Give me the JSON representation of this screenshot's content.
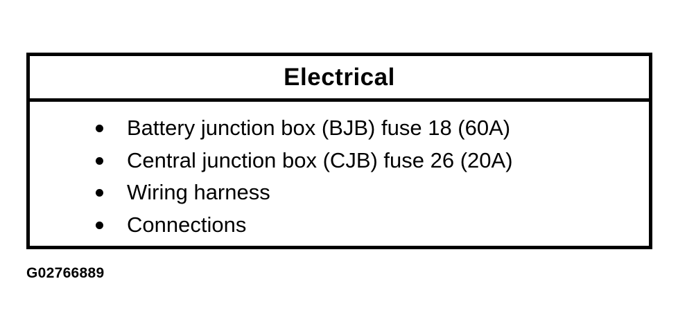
{
  "panel": {
    "title": "Electrical",
    "items": [
      "Battery junction box (BJB) fuse 18 (60A)",
      "Central junction box (CJB) fuse 26 (20A)",
      "Wiring harness",
      "Connections"
    ]
  },
  "figure_id": "G02766889",
  "colors": {
    "border": "#000000",
    "background": "#ffffff",
    "text": "#000000"
  }
}
